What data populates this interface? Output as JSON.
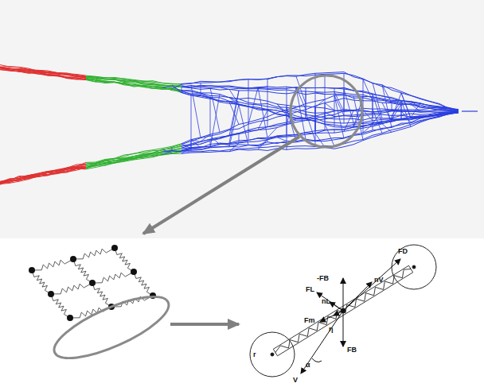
{
  "diagram": {
    "labels": [
      "FD",
      "-FB",
      "nV",
      "FL",
      "nL",
      "Fm",
      "η",
      "FB",
      "r",
      "α",
      "V"
    ]
  }
}
